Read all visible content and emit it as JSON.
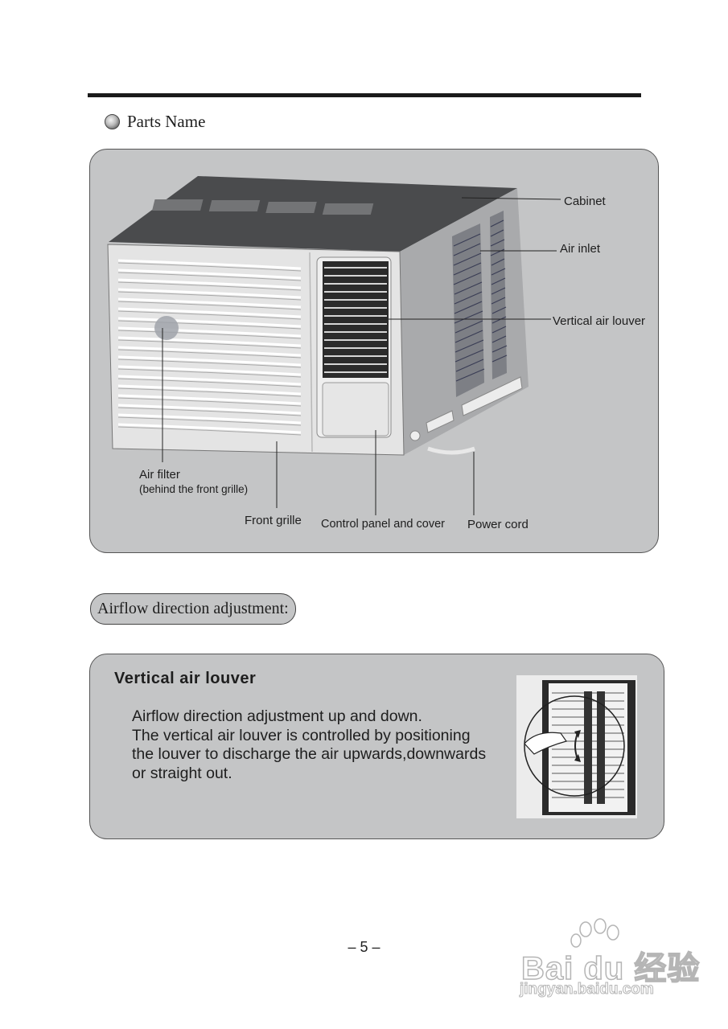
{
  "header": {
    "section_title": "Parts Name"
  },
  "diagram": {
    "labels": {
      "cabinet": "Cabinet",
      "air_inlet": "Air inlet",
      "vertical_air_louver": "Vertical air louver",
      "air_filter": "Air filter",
      "air_filter_note": "(behind the front grille)",
      "front_grille": "Front grille",
      "control_panel": "Control panel and cover",
      "power_cord": "Power cord"
    }
  },
  "airflow": {
    "heading": "Airflow direction adjustment:",
    "box_title": "Vertical air louver",
    "lines": [
      "Airflow direction adjustment up and down.",
      "The vertical air louver is controlled by positioning",
      "the louver to discharge the air upwards,downwards",
      "or straight out."
    ]
  },
  "page_number": "– 5 –",
  "watermark": {
    "brand": "Bai du 经验",
    "url": "jingyan.baidu.com"
  }
}
